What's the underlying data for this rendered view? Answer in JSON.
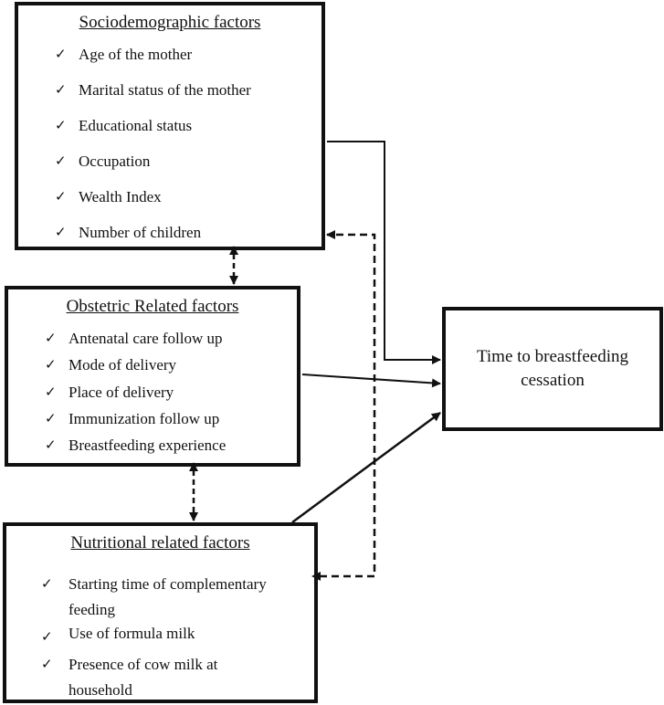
{
  "sociodemographic": {
    "title": "Sociodemographic factors",
    "items": [
      "Age of the mother",
      "Marital status of the mother",
      "Educational status",
      "Occupation",
      "Wealth Index",
      "Number of children"
    ]
  },
  "obstetric": {
    "title": "Obstetric Related factors",
    "items": [
      "Antenatal care follow up",
      "Mode of delivery",
      "Place of delivery",
      "Immunization follow up",
      "Breastfeeding experience"
    ]
  },
  "nutritional": {
    "title": "Nutritional related factors",
    "items": [
      "Starting time of complementary feeding",
      "Use of formula milk",
      "Presence of cow milk at household"
    ]
  },
  "outcome": {
    "line1": "Time to breastfeeding",
    "line2": "cessation"
  },
  "check_glyph": "✓"
}
